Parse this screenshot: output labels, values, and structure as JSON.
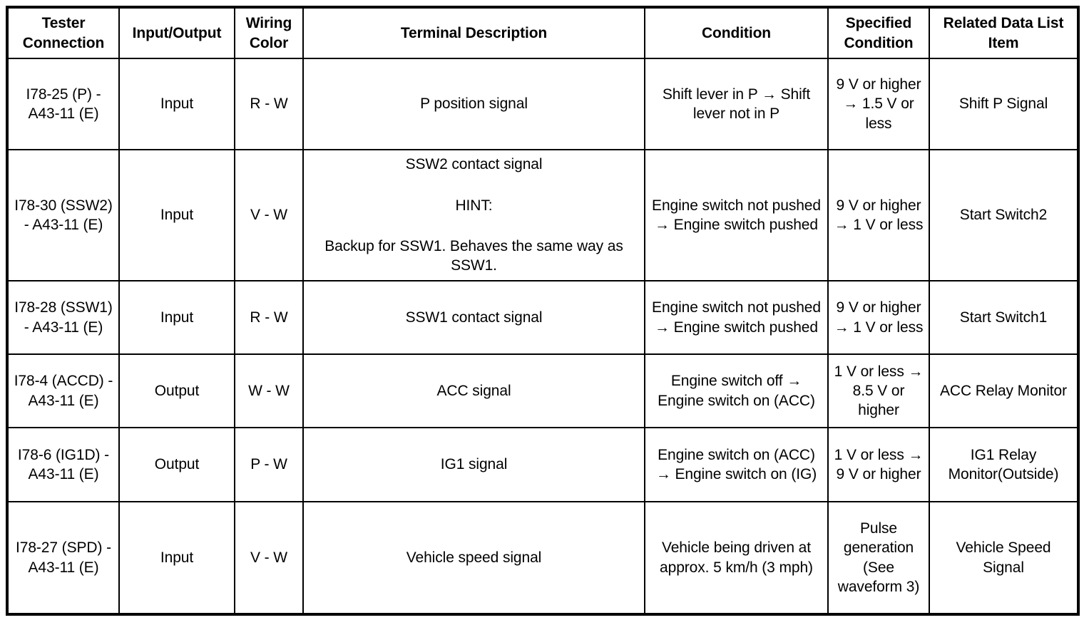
{
  "table": {
    "headers": [
      "Tester Connection",
      "Input/Output",
      "Wiring Color",
      "Terminal Description",
      "Condition",
      "Specified Condition",
      "Related Data List Item"
    ],
    "rows": [
      {
        "tester_connection": "I78-25 (P) - A43-11 (E)",
        "input_output": "Input",
        "wiring_color": "R - W",
        "terminal_description": "P position signal",
        "terminal_description_extra": [],
        "condition": "Shift lever in P → Shift lever not in P",
        "specified_condition": "9 V or higher → 1.5 V or less",
        "related_data_list_item": "Shift P Signal"
      },
      {
        "tester_connection": "I78-30 (SSW2) - A43-11 (E)",
        "input_output": "Input",
        "wiring_color": "V - W",
        "terminal_description": "SSW2 contact signal",
        "terminal_description_extra": [
          "HINT:",
          "Backup for SSW1. Behaves the same way as SSW1."
        ],
        "condition": "Engine switch not pushed → Engine switch pushed",
        "specified_condition": "9 V or higher → 1 V or less",
        "related_data_list_item": "Start Switch2"
      },
      {
        "tester_connection": "I78-28 (SSW1) - A43-11 (E)",
        "input_output": "Input",
        "wiring_color": "R - W",
        "terminal_description": "SSW1 contact signal",
        "terminal_description_extra": [],
        "condition": "Engine switch not pushed → Engine switch pushed",
        "specified_condition": "9 V or higher → 1 V or less",
        "related_data_list_item": "Start Switch1"
      },
      {
        "tester_connection": "I78-4 (ACCD) - A43-11 (E)",
        "input_output": "Output",
        "wiring_color": "W - W",
        "terminal_description": "ACC signal",
        "terminal_description_extra": [],
        "condition": "Engine switch off → Engine switch on (ACC)",
        "specified_condition": "1 V or less → 8.5 V or higher",
        "related_data_list_item": "ACC Relay Monitor"
      },
      {
        "tester_connection": "I78-6 (IG1D) - A43-11 (E)",
        "input_output": "Output",
        "wiring_color": "P - W",
        "terminal_description": "IG1 signal",
        "terminal_description_extra": [],
        "condition": "Engine switch on (ACC) → Engine switch on (IG)",
        "specified_condition": "1 V or less → 9 V or higher",
        "related_data_list_item": "IG1 Relay Monitor(Outside)"
      },
      {
        "tester_connection": "I78-27 (SPD) - A43-11 (E)",
        "input_output": "Input",
        "wiring_color": "V - W",
        "terminal_description": "Vehicle speed signal",
        "terminal_description_extra": [],
        "condition": "Vehicle being driven at approx. 5 km/h (3 mph)",
        "specified_condition": "Pulse generation (See waveform 3)",
        "related_data_list_item": "Vehicle Speed Signal"
      }
    ]
  },
  "colors": {
    "border": "#000000",
    "background": "#ffffff",
    "text": "#000000"
  }
}
